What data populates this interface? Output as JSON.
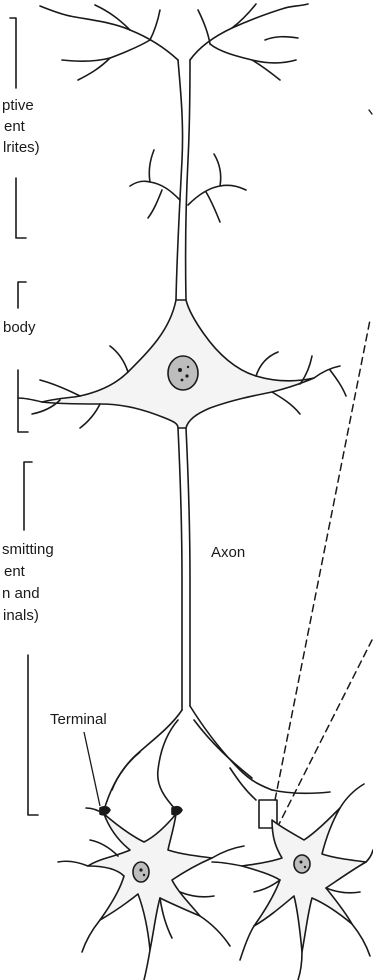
{
  "labels": {
    "receptive_line1": "ptive",
    "receptive_line2": "ent",
    "receptive_line3": "lrites)",
    "cell_body": "body",
    "transmit_line1": "smitting",
    "transmit_line2": "ent",
    "transmit_line3": "n and",
    "transmit_line4": "inals)",
    "axon": "Axon",
    "terminal": "Terminal"
  },
  "colors": {
    "ink": "#1a1a1a",
    "cell_fill": "#f4f4f4",
    "nucleus": "#bdbdbd"
  }
}
